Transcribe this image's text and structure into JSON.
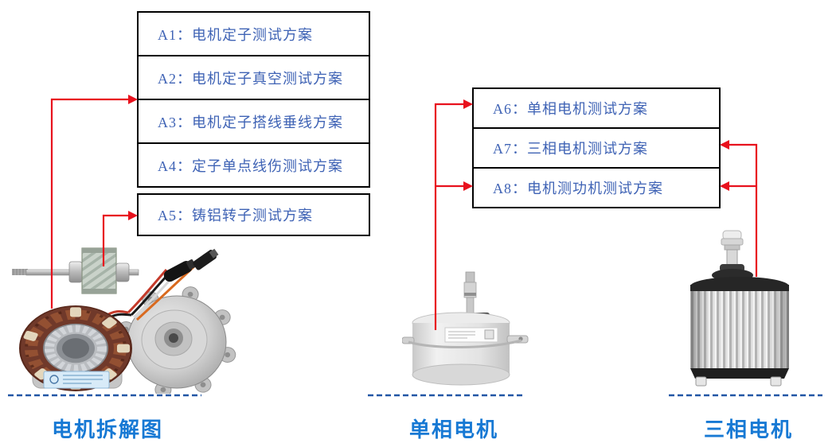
{
  "colors": {
    "box-border": "#000000",
    "box-text": "#3f63b5",
    "caption-text": "#1779d4",
    "arrow": "#e8111d",
    "divider": "#2156a5"
  },
  "boxes": {
    "stator_group": [
      {
        "label": "A1：电机定子测试方案"
      },
      {
        "label": "A2：电机定子真空测试方案"
      },
      {
        "label": "A3：电机定子搭线垂线方案"
      },
      {
        "label": "A4：定子单点线伤测试方案"
      }
    ],
    "rotor_box": {
      "label": "A5：铸铝转子测试方案"
    },
    "motor_group": [
      {
        "label": "A6：单相电机测试方案"
      },
      {
        "label": "A7：三相电机测试方案"
      },
      {
        "label": "A8：电机测功机测试方案"
      }
    ]
  },
  "captions": {
    "disassembled_motor": "电机拆解图",
    "single_phase_motor": "单相电机",
    "three_phase_motor": "三相电机"
  }
}
